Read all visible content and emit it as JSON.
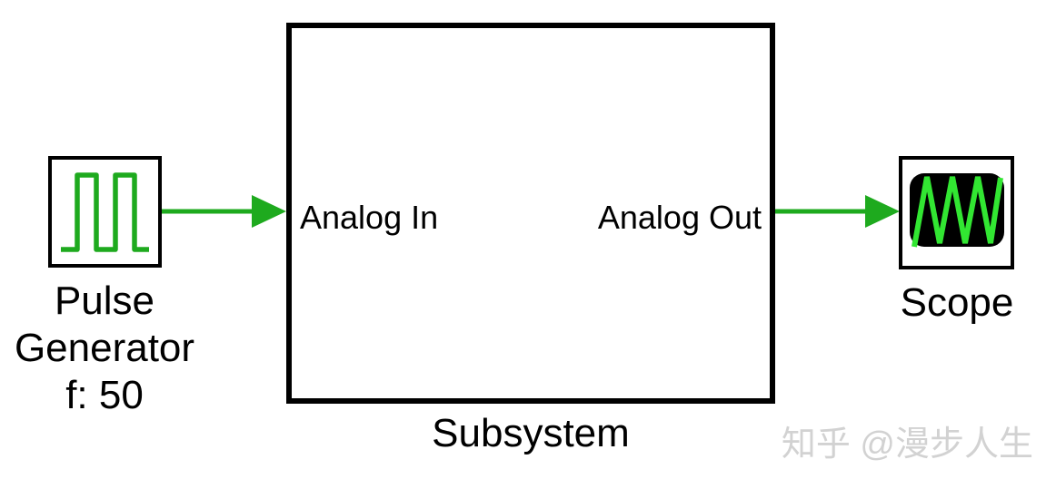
{
  "blocks": {
    "pulse_generator": {
      "label_line1": "Pulse",
      "label_line2": "Generator",
      "label_line3": "f: 50",
      "icon": "square-wave-icon"
    },
    "subsystem": {
      "label": "Subsystem",
      "port_in": "Analog In",
      "port_out": "Analog Out"
    },
    "scope": {
      "label": "Scope",
      "icon": "triangle-wave-icon"
    }
  },
  "connections": [
    {
      "from": "pulse_generator",
      "to": "subsystem"
    },
    {
      "from": "subsystem",
      "to": "scope"
    }
  ],
  "watermark": {
    "text": "知乎 @漫步人生"
  },
  "colors": {
    "background": "#ffffff",
    "block_border": "#000000",
    "signal_green": "#1EAA1E",
    "scope_trace_green": "#32E632",
    "scope_screen": "#000000",
    "watermark_gray": "#d2d2d2"
  }
}
